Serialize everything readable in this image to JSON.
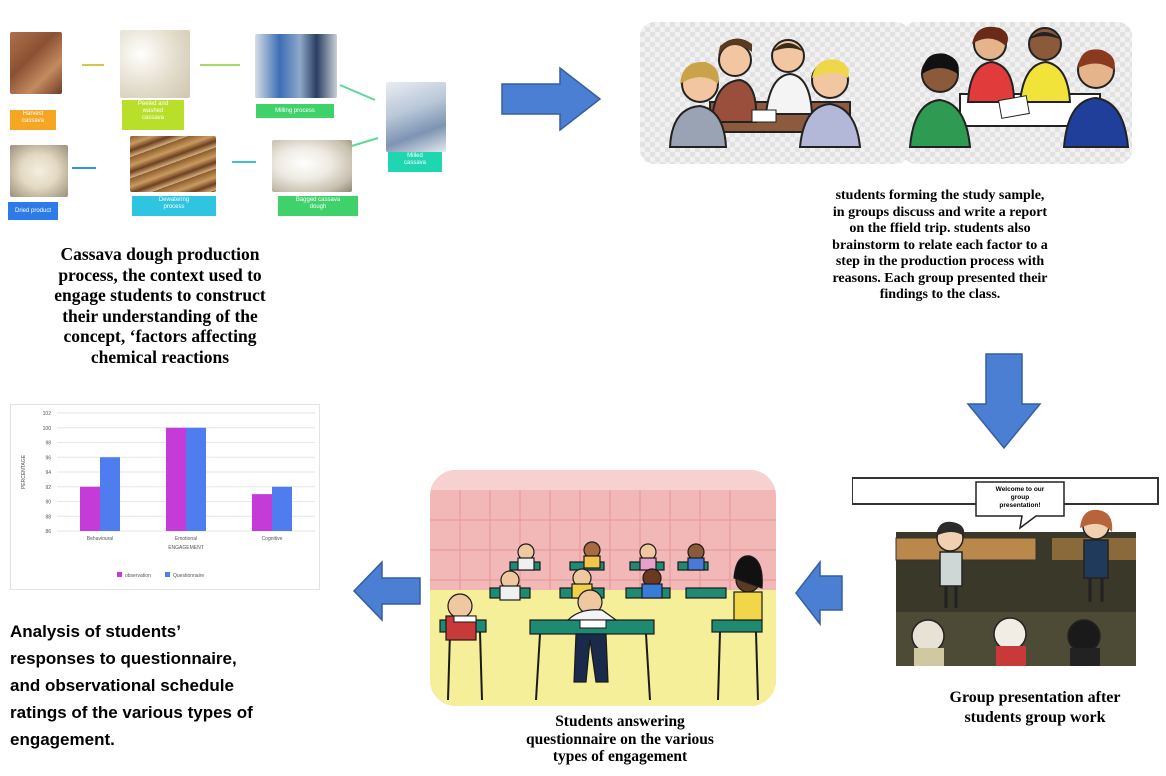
{
  "captions": {
    "cassava": [
      "Cassava dough production",
      "process, the context used to",
      "engage students to construct",
      "their understanding of the",
      "concept, ‘factors affecting",
      "chemical reactions"
    ],
    "discussion": [
      "students forming the study sample,",
      "in groups discuss and write a report",
      "on the ffield trip. students also",
      "brainstorm to relate each factor to a",
      "step in the production process  with",
      "reasons. Each group presented their",
      "findings to the class."
    ],
    "presentation": [
      "Group presentation after",
      "students group work"
    ],
    "answering": [
      "Students answering",
      "questionnaire on the various",
      "types of engagement"
    ],
    "analysis": [
      "Analysis of students’",
      "responses to questionnaire,",
      "and observational schedule",
      "ratings of the various types of",
      "engagement."
    ]
  },
  "process": {
    "labels": {
      "peeled": [
        "Peeled and",
        "washed",
        "cassava"
      ],
      "milling": [
        "Milling process"
      ],
      "milled": [
        "Milled",
        "cassava"
      ],
      "bagged": [
        "Bagged cassava",
        "dough"
      ],
      "dewatering": [
        "Dewatering",
        "process"
      ],
      "harvest": [
        "Harvest",
        "cassava"
      ],
      "dried": [
        "Dried product"
      ]
    },
    "colors": {
      "orange": "#f5a623",
      "lime": "#b8e02a",
      "green": "#3fd16a",
      "teal": "#1ed6b0",
      "cyan": "#2fc4e0",
      "blue": "#2d7be8"
    }
  },
  "presentation_board": {
    "speech": [
      "Welcome to our",
      "group",
      "presentation!"
    ]
  },
  "chart_data": {
    "type": "bar",
    "categories": [
      "Behavioural",
      "Emotional",
      "Cognitive"
    ],
    "series": [
      {
        "name": "observation",
        "color": "#c43bd8",
        "values": [
          92,
          100,
          91
        ]
      },
      {
        "name": "Questionnaire",
        "color": "#4f7df0",
        "values": [
          96,
          100,
          92
        ]
      }
    ],
    "xlabel": "ENGAGEMENT",
    "ylabel": "PERCENTAGE",
    "ylim": [
      86,
      102
    ],
    "yticks": [
      86,
      88,
      90,
      92,
      94,
      96,
      98,
      100,
      102
    ],
    "grid": true,
    "legend": "bottom"
  },
  "colors": {
    "arrow": "#4a7fd4",
    "arrow_stroke": "#355f9e"
  }
}
